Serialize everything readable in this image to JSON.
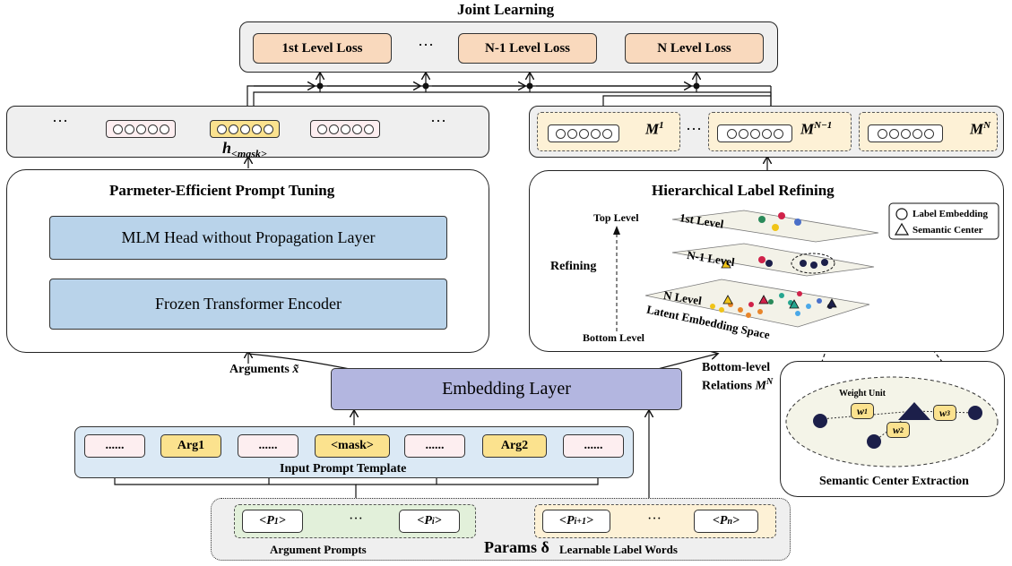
{
  "joint": {
    "title": "Joint Learning",
    "loss1": "1st Level Loss",
    "dots": "···",
    "lossN1": "N-1 Level Loss",
    "lossN": "N Level Loss"
  },
  "mask_row": {
    "dots_left": "···",
    "dots_right": "···",
    "h_label": "h",
    "h_sub": "<mask>"
  },
  "m_row": {
    "m1": "M",
    "m1_sup": "1",
    "dots": "···",
    "mN1": "M",
    "mN1_sup": "N−1",
    "mN": "M",
    "mN_sup": "N"
  },
  "prompt_tuning": {
    "title": "Parmeter-Efficient Prompt Tuning",
    "mlm": "MLM Head without Propagation Layer",
    "encoder": "Frozen Transformer Encoder"
  },
  "refining": {
    "title": "Hierarchical Label Refining",
    "top_level": "Top Level",
    "refining": "Refining",
    "bottom_level": "Bottom Level",
    "level1": "1st Level",
    "levelN1": "N-1 Level",
    "levelN": "N Level",
    "latent": "Latent Embedding Space",
    "legend_label_emb": "Label Embedding",
    "legend_sem_center": "Semantic Center"
  },
  "embedding": {
    "label": "Embedding Layer",
    "arguments": "Arguments",
    "arguments_sym": "x̃",
    "bottom_rel_1": "Bottom-level",
    "bottom_rel_2": "Relations",
    "bottom_rel_sym": "M",
    "bottom_rel_sup": "N"
  },
  "template": {
    "title": "Input Prompt Template",
    "tokens": [
      "......",
      "Arg1",
      "......",
      "<mask>",
      "......",
      "Arg2",
      "......"
    ]
  },
  "params": {
    "p1": "<P",
    "p1_sub": "1",
    "pi": "<P",
    "pi_sub": "i",
    "pi1": "<P",
    "pi1_sub": "i+1",
    "pn": "<P",
    "pn_sub": "n",
    "dots": "···",
    "arg_prompts": "Argument Prompts",
    "params_label": "Params δ",
    "label_words": "Learnable Label Words"
  },
  "semantic": {
    "title": "Semantic Center Extraction",
    "weight_unit": "Weight Unit",
    "w1": "w",
    "w1_sub": "1",
    "w2": "w",
    "w2_sub": "2",
    "w3": "w",
    "w3_sub": "3"
  },
  "colors": {
    "loss_fill": "#f9d9bd",
    "blue_fill": "#b9d3ea",
    "embedding_fill": "#b3b6e0",
    "token_yellow": "#fbe28e",
    "token_pink": "#fdeef0",
    "dark_node": "#1c1f4a"
  }
}
